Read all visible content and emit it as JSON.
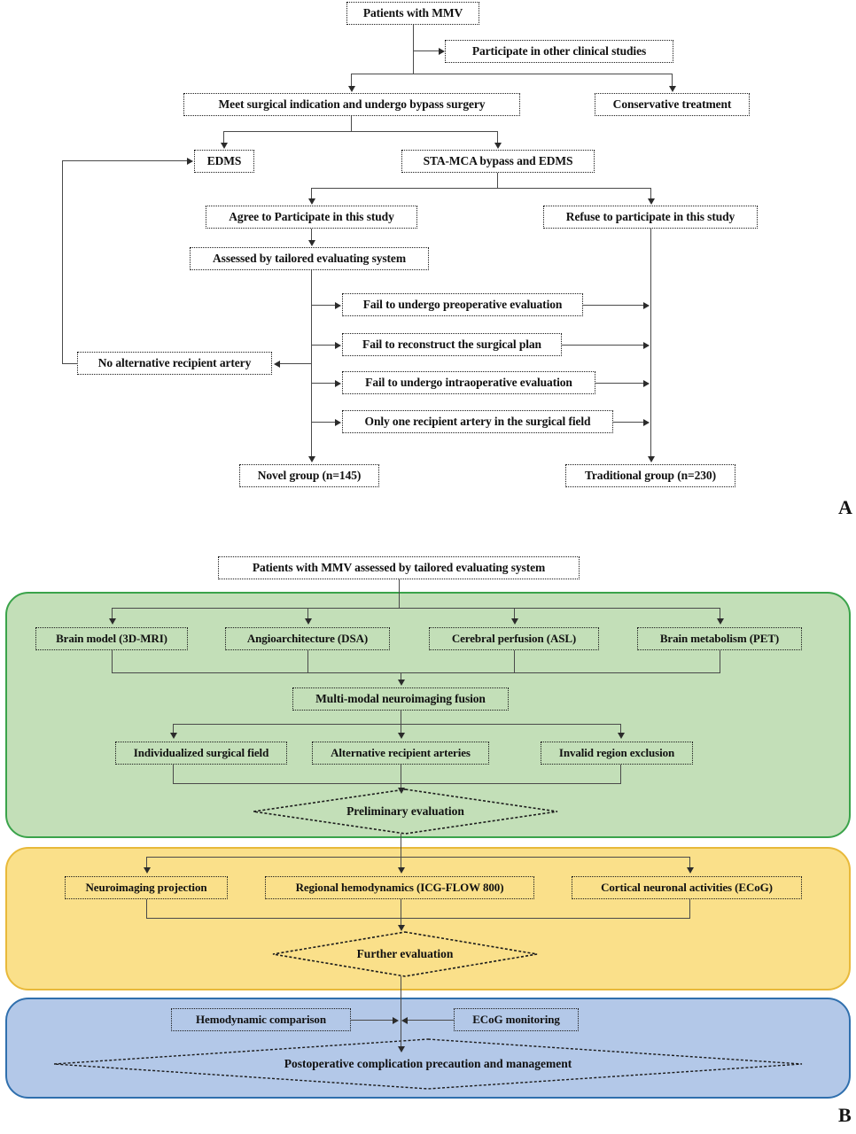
{
  "figure": {
    "panels": [
      {
        "letter": "A",
        "caption_letter": "A"
      },
      {
        "letter": "B",
        "caption_letter": "B"
      }
    ]
  },
  "panel_a": {
    "label": "A",
    "nodes": {
      "patients_mmv": "Patients with MMV",
      "participate_other": "Participate in other clinical studies",
      "meet_surgical": "Meet surgical indication and undergo bypass surgery",
      "conservative": "Conservative treatment",
      "edms": "EDMS",
      "sta_mca": "STA-MCA bypass and EDMS",
      "agree": "Agree to Participate in this study",
      "refuse": "Refuse to participate in this study",
      "assessed": "Assessed by tailored evaluating system",
      "fail_preop": "Fail to undergo preoperative evaluation",
      "fail_reconstruct": "Fail to reconstruct the surgical plan",
      "fail_intraop": "Fail to undergo intraoperative evaluation",
      "only_one_artery": "Only one recipient artery in the surgical field",
      "no_alternative": "No alternative recipient artery",
      "novel_group": "Novel group (n=145)",
      "traditional_group": "Traditional group (n=230)"
    }
  },
  "panel_b": {
    "label": "B",
    "header": "Patients with MMV assessed by tailored evaluating system",
    "bands": {
      "green": {
        "color": "#c3dfb8",
        "border": "#3aa34a"
      },
      "yellow": {
        "color": "#fae08a",
        "border": "#e8b93a"
      },
      "blue": {
        "color": "#b3c8e8",
        "border": "#2f6fad"
      }
    },
    "green_section": {
      "modalities": [
        "Brain model (3D-MRI)",
        "Angioarchitecture (DSA)",
        "Cerebral perfusion (ASL)",
        "Brain metabolism (PET)"
      ],
      "fusion": "Multi-modal neuroimaging fusion",
      "outputs": [
        "Individualized surgical field",
        "Alternative recipient arteries",
        "Invalid region exclusion"
      ],
      "decision": "Preliminary evaluation"
    },
    "yellow_section": {
      "inputs": [
        "Neuroimaging projection",
        "Regional hemodynamics (ICG-FLOW 800)",
        "Cortical neuronal activities (ECoG)"
      ],
      "decision": "Further evaluation"
    },
    "blue_section": {
      "inputs": [
        "Hemodynamic comparison",
        "ECoG monitoring"
      ],
      "decision": "Postoperative complication precaution and management"
    }
  }
}
